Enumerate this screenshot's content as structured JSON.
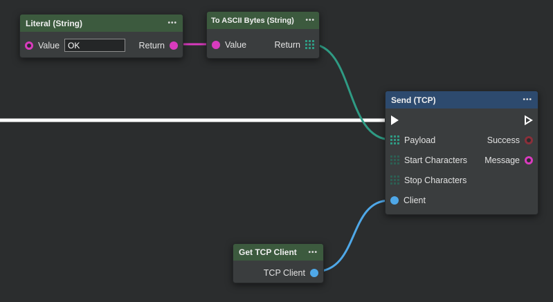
{
  "editor": {
    "background_color": "#2b2d2e"
  },
  "wires": [
    {
      "name": "flow-wire",
      "from": "canvas-left-edge",
      "to": "send-tcp.flow-in",
      "color": "#ffffff"
    },
    {
      "name": "string-wire",
      "from": "literal-string.return",
      "to": "to-ascii-bytes.value",
      "color": "#d93bbe"
    },
    {
      "name": "bytes-wire",
      "from": "to-ascii-bytes.return",
      "to": "send-tcp.payload",
      "color": "#2f9b84"
    },
    {
      "name": "client-wire",
      "from": "get-tcp-client.tcp-client",
      "to": "send-tcp.client",
      "color": "#4fa8e8"
    }
  ],
  "nodes": {
    "literal": {
      "title": "Literal (String)",
      "menu_icon": "•••",
      "value_label": "Value",
      "value_input": "OK",
      "return_label": "Return",
      "header_color": "#3c5a3e"
    },
    "to_ascii": {
      "title": "To ASCII Bytes (String)",
      "menu_icon": "•••",
      "value_label": "Value",
      "return_label": "Return",
      "header_color": "#3c5a3e"
    },
    "send_tcp": {
      "title": "Send (TCP)",
      "menu_icon": "•••",
      "payload_label": "Payload",
      "success_label": "Success",
      "start_chars_label": "Start Characters",
      "message_label": "Message",
      "stop_chars_label": "Stop Characters",
      "client_label": "Client",
      "header_color": "#2d4a6e"
    },
    "get_tcp_client": {
      "title": "Get TCP Client",
      "menu_icon": "•••",
      "client_label": "TCP Client",
      "header_color": "#3c5a3e"
    }
  }
}
